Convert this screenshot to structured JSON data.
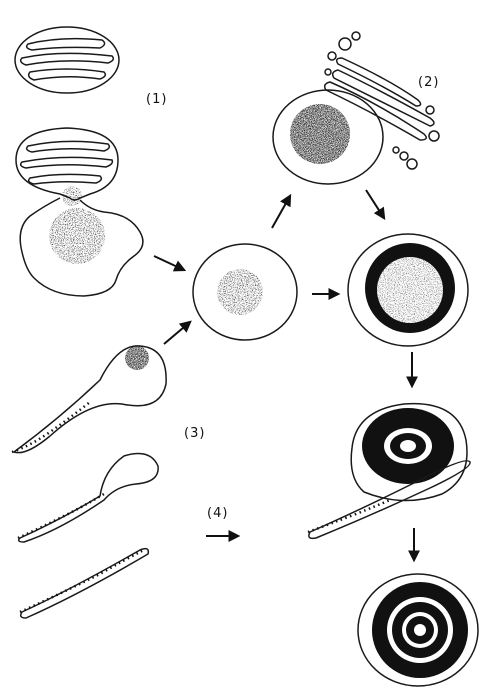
{
  "labels": {
    "label_1": "(1)",
    "label_2": "(2)",
    "label_3": "(3)",
    "label_4": "(4)"
  },
  "colors": {
    "ink": "#1a1a1a",
    "paper": "#ffffff"
  }
}
